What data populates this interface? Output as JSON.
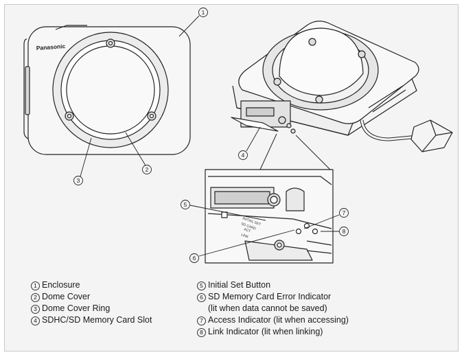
{
  "brand_text": "Panasonic",
  "board_labels": {
    "line1": "INITIAL SET",
    "line2": "SD CARD",
    "line3": "ACT",
    "line4": "LINK"
  },
  "callouts": [
    "1",
    "2",
    "3",
    "4",
    "5",
    "6",
    "7",
    "8"
  ],
  "legend": {
    "left": [
      {
        "num": "1",
        "text": "Enclosure"
      },
      {
        "num": "2",
        "text": "Dome Cover"
      },
      {
        "num": "3",
        "text": "Dome Cover Ring"
      },
      {
        "num": "4",
        "text": "SDHC/SD Memory Card Slot"
      }
    ],
    "right": [
      {
        "num": "5",
        "text": "Initial Set Button"
      },
      {
        "num": "6",
        "text": "SD Memory Card Error Indicator",
        "sub": "(lit when data cannot be saved)"
      },
      {
        "num": "7",
        "text": "Access Indicator (lit when accessing)"
      },
      {
        "num": "8",
        "text": "Link Indicator (lit when linking)"
      }
    ]
  },
  "colors": {
    "frame_bg": "#f4f4f4",
    "line": "#222222",
    "dome_fill": "#e9e9e9"
  }
}
